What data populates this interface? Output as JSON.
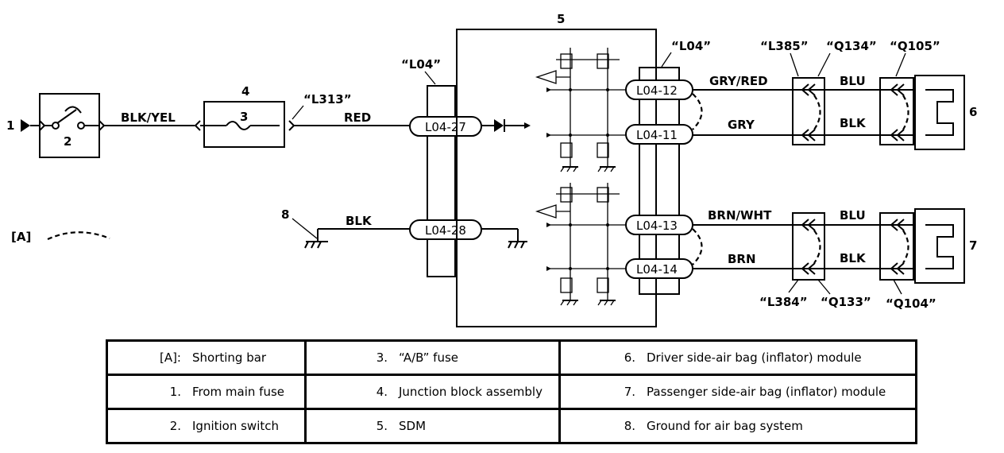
{
  "callouts": {
    "n1": "1",
    "n2": "2",
    "n3": "3",
    "n4": "4",
    "n5": "5",
    "n6": "6",
    "n7": "7",
    "n8": "8",
    "A": "[A]"
  },
  "wires": {
    "blk_yel": "BLK/YEL",
    "red": "RED",
    "blk": "BLK",
    "gry_red": "GRY/RED",
    "gry": "GRY",
    "brn_wht": "BRN/WHT",
    "brn": "BRN",
    "blu_top": "BLU",
    "blk_top": "BLK",
    "blu_bot": "BLU",
    "blk_bot": "BLK"
  },
  "connectors": {
    "l313": "“L313”",
    "l04_left": "“L04”",
    "l04_right": "“L04”",
    "l385": "“L385”",
    "q134": "“Q134”",
    "q105": "“Q105”",
    "l384": "“L384”",
    "q133": "“Q133”",
    "q104": "“Q104”"
  },
  "terminals": {
    "t27": "L04-27",
    "t28": "L04-28",
    "t12": "L04-12",
    "t11": "L04-11",
    "t13": "L04-13",
    "t14": "L04-14"
  },
  "legend": [
    [
      {
        "num": "[A]:",
        "text": "Shorting bar"
      },
      {
        "num": "3.",
        "text": "“A/B” fuse"
      },
      {
        "num": "6.",
        "text": "Driver side-air bag (inflator) module"
      }
    ],
    [
      {
        "num": "1.",
        "text": "From main fuse"
      },
      {
        "num": "4.",
        "text": "Junction block assembly"
      },
      {
        "num": "7.",
        "text": "Passenger side-air bag (inflator) module"
      }
    ],
    [
      {
        "num": "2.",
        "text": "Ignition switch"
      },
      {
        "num": "5.",
        "text": "SDM"
      },
      {
        "num": "8.",
        "text": "Ground for air bag system"
      }
    ]
  ]
}
